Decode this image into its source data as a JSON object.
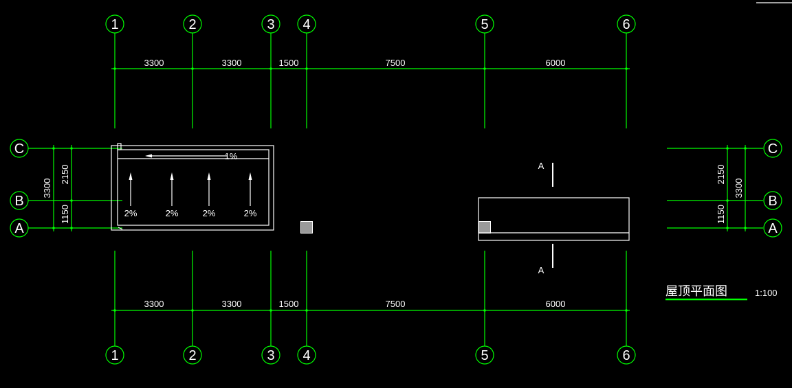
{
  "colors": {
    "background": "#000000",
    "grid": "#00ff00",
    "lines": "#ffffff",
    "column": "#9a9a9a"
  },
  "axes": {
    "vertical": [
      "1",
      "2",
      "3",
      "4",
      "5",
      "6"
    ],
    "horizontal": [
      "C",
      "B",
      "A"
    ]
  },
  "dims": {
    "horizontal": [
      "3300",
      "3300",
      "1500",
      "7500",
      "6000"
    ],
    "vertical_partial": [
      "2150",
      "1150"
    ],
    "vertical_total": "3300"
  },
  "slopes": {
    "top": "1%",
    "arrows": [
      "2%",
      "2%",
      "2%",
      "2%"
    ]
  },
  "section_mark": "A",
  "drawing": {
    "title": "屋顶平面图",
    "scale": "1:100"
  }
}
